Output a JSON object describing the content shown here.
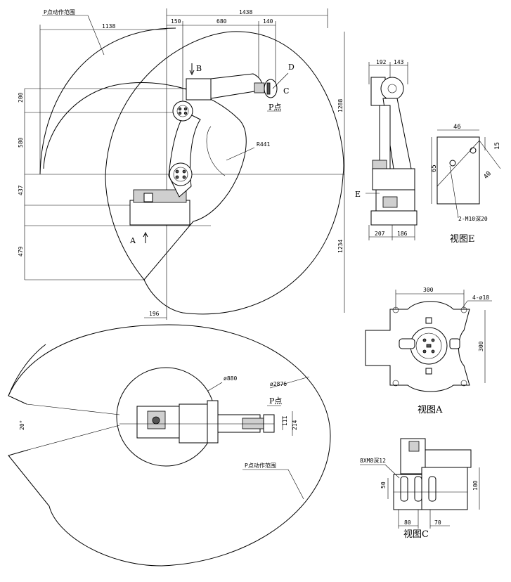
{
  "side_view": {
    "range_label": "P点动作范围",
    "dims_top": {
      "d1138": "1138",
      "d1438": "1438",
      "d150": "150",
      "d680": "680",
      "d140": "140"
    },
    "dims_left": {
      "d200": "200",
      "d580": "580",
      "d437": "437",
      "d479": "479"
    },
    "dims_right": {
      "d1288": "1288",
      "d1234": "1234"
    },
    "d196": "196",
    "radius": "R441",
    "p_point": "P点",
    "labels": {
      "a": "A",
      "b": "B",
      "c": "C",
      "d": "D"
    }
  },
  "front_view": {
    "d192": "192",
    "d143": "143",
    "d207": "207",
    "d186": "186",
    "label_e": "E"
  },
  "view_e": {
    "d46": "46",
    "d15": "15",
    "d65": "65",
    "d40": "40",
    "hole_note": "2-M10深20",
    "title": "视图E"
  },
  "view_a": {
    "d300_top": "300",
    "d300_side": "300",
    "holes": "4-ø18",
    "title": "视图A"
  },
  "top_view": {
    "diam880": "ø880",
    "diam2876": "ø2876",
    "p_point": "P点",
    "d111": "111",
    "d214": "214",
    "angle": "20°",
    "range_label": "P点动作范围"
  },
  "view_c": {
    "bolt": "8XM8深12",
    "d50": "50",
    "d100": "100",
    "d80": "80",
    "d70": "70",
    "title": "视图C"
  }
}
